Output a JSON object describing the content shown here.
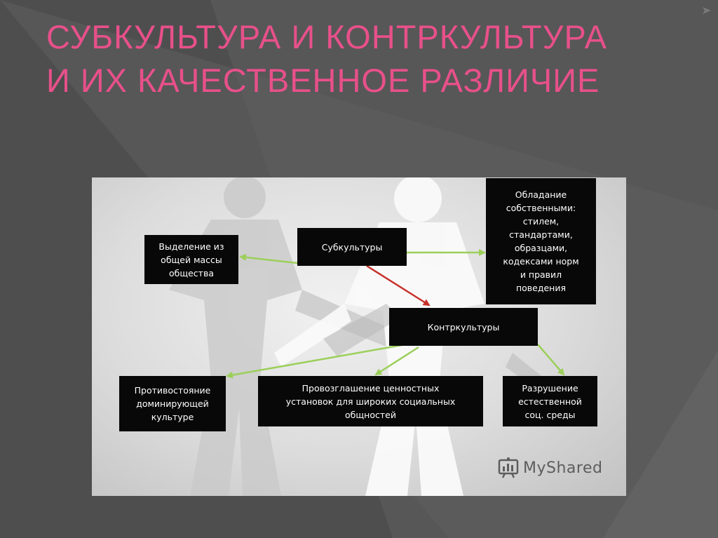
{
  "slide": {
    "title_line1": "СУБКУЛЬТУРА И КОНТРКУЛЬТУРА",
    "title_line2": "И ИХ КАЧЕСТВЕННОЕ РАЗЛИЧИЕ"
  },
  "colors": {
    "title": "#e8508a",
    "box_bg": "#080808",
    "arrow_green": "#9ccf5a",
    "arrow_red": "#c8312b"
  },
  "diagram": {
    "nodes": {
      "subculture": "Субкультуры",
      "counterculture": "Контркультуры",
      "separation": "Выделение из\nобщей массы\nобщества",
      "ownership": "Обладание\nсобственными:\nстилем,\nстандартами,\nобразцами,\nкодексами норм\nи правил\nповедения",
      "opposition": "Противостояние\nдоминирующей\nкультуре",
      "proclamation": "Провозглашение ценностных\nустановок для широких социальных\nобщностей",
      "destruction": "Разрушение\nестественной\nсоц. среды"
    },
    "edges": [
      {
        "from": "subculture",
        "to": "separation",
        "color": "green"
      },
      {
        "from": "subculture",
        "to": "ownership",
        "color": "green"
      },
      {
        "from": "subculture",
        "to": "counterculture",
        "color": "red"
      },
      {
        "from": "counterculture",
        "to": "opposition",
        "color": "green"
      },
      {
        "from": "counterculture",
        "to": "proclamation",
        "color": "green"
      },
      {
        "from": "counterculture",
        "to": "destruction",
        "color": "green"
      }
    ]
  },
  "watermark": {
    "icon": "chart-board-icon",
    "text": "MyShared"
  }
}
